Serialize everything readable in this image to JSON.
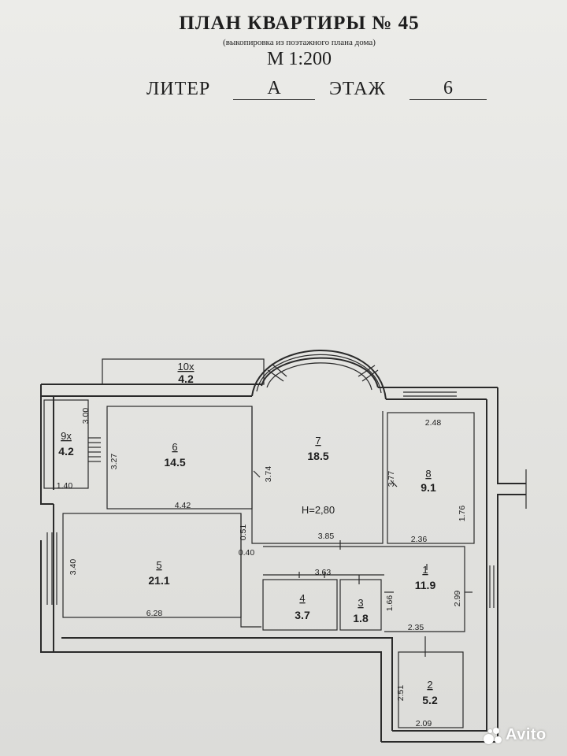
{
  "header": {
    "title": "ПЛАН КВАРТИРЫ № 45",
    "subtitle": "(выкопировка из поэтажного плана дома)",
    "scale": "М 1:200",
    "liter_label": "ЛИТЕР",
    "liter_value": "А",
    "floor_label": "ЭТАЖ",
    "floor_value": "6"
  },
  "rooms": [
    {
      "id": "10x",
      "area": "4.2"
    },
    {
      "id": "9x",
      "area": "4.2"
    },
    {
      "id": "6",
      "area": "14.5"
    },
    {
      "id": "7",
      "area": "18.5"
    },
    {
      "id": "8",
      "area": "9.1"
    },
    {
      "id": "5",
      "area": "21.1"
    },
    {
      "id": "1",
      "area": "11.9"
    },
    {
      "id": "4",
      "area": "3.7"
    },
    {
      "id": "3",
      "area": "1.8"
    },
    {
      "id": "2",
      "area": "5.2"
    }
  ],
  "ceiling_height": "H=2,80",
  "dimensions": {
    "d300": "3.00",
    "d140": "1.40",
    "d327": "3.27",
    "d442": "4.42",
    "d374": "3.74",
    "d377": "3.77",
    "d248": "2.48",
    "d176": "1.76",
    "d051": "0.51",
    "d040": "0.40",
    "d385": "3.85",
    "d236": "2.36",
    "d340": "3.40",
    "d628": "6.28",
    "d363": "3.63",
    "d166": "1.66",
    "d299": "2.99",
    "d235": "2.35",
    "d251": "2.51",
    "d209": "2.09"
  },
  "watermark": {
    "text": "Avito"
  }
}
